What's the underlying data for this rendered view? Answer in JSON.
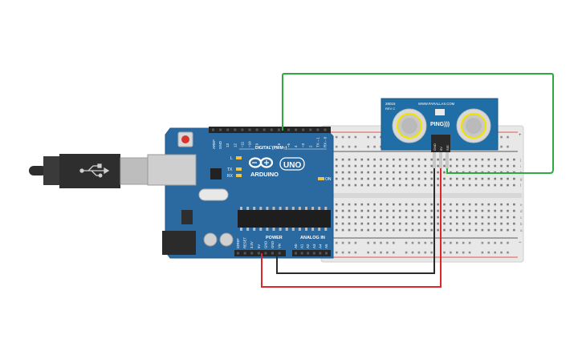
{
  "arduino": {
    "aref": "AREF",
    "gnd_top": "GND",
    "digital_pins": [
      "13",
      "12",
      "~11",
      "~10",
      "~9",
      "8",
      "7",
      "~6",
      "~5",
      "4",
      "~3",
      "2",
      "TX→1",
      "RX←0"
    ],
    "digital_label": "DIGITAL (PWM~)",
    "brand": "ARDUINO",
    "model": "UNO",
    "led_l": "L",
    "led_tx": "TX",
    "led_rx": "RX",
    "led_on": "ON",
    "power_label": "POWER",
    "power_pins": [
      "IOREF",
      "RESET",
      "3.3V",
      "5V",
      "GND",
      "GND",
      "Vin"
    ],
    "analog_label": "ANALOG IN",
    "analog_pins": [
      "A0",
      "A1",
      "A2",
      "A3",
      "A4",
      "A5"
    ]
  },
  "sensor": {
    "part_number": "28015",
    "revision": "REV C",
    "url": "WWW.PARALLAX.COM",
    "name": "PING)))",
    "pins": [
      "GND",
      "5V",
      "SIG"
    ]
  },
  "breadboard": {
    "row_letters_top": [
      "j",
      "i",
      "h",
      "g",
      "f"
    ],
    "row_letters_bottom": [
      "e",
      "d",
      "c",
      "b",
      "a"
    ],
    "rail_plus": "+",
    "rail_minus": "−"
  },
  "colors": {
    "board": "#2a6aa0",
    "sensor_board": "#1f6fa6",
    "wire_signal": "#2eaa3e",
    "wire_power": "#e0262a",
    "wire_ground": "#2b2b2b"
  }
}
